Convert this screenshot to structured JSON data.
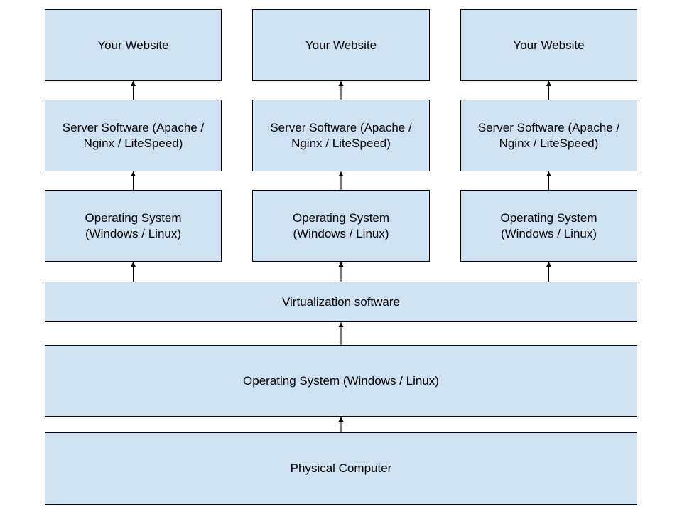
{
  "diagram": {
    "colors": {
      "box_fill": "#cfe2f3",
      "border": "#000000",
      "arrow": "#000000"
    },
    "stacks": [
      {
        "website": "Your Website",
        "server_software": "Server Software (Apache /\nNginx / LiteSpeed)",
        "guest_os": "Operating System\n(Windows / Linux)"
      },
      {
        "website": "Your Website",
        "server_software": "Server Software (Apache /\nNginx / LiteSpeed)",
        "guest_os": "Operating System\n(Windows / Linux)"
      },
      {
        "website": "Your Website",
        "server_software": "Server Software (Apache /\nNginx / LiteSpeed)",
        "guest_os": "Operating System\n(Windows / Linux)"
      }
    ],
    "virtualization": "Virtualization software",
    "host_os": "Operating System (Windows / Linux)",
    "hardware": "Physical Computer"
  }
}
